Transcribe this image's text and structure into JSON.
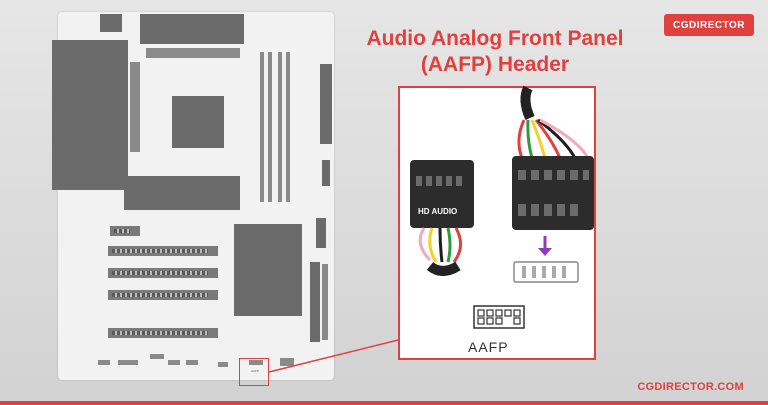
{
  "logo": {
    "text": "CGDIRECTOR"
  },
  "title": {
    "line1": "Audio Analog Front Panel",
    "line2": "(AAFP) Header"
  },
  "connector_label": "HD AUDIO",
  "header_label": "AAFP",
  "board_label": "AAFP",
  "footer_url": "CGDIRECTOR.COM",
  "colors": {
    "accent": "#e0403e",
    "board": "#f2f2f2",
    "component": "#6b6b6b"
  }
}
